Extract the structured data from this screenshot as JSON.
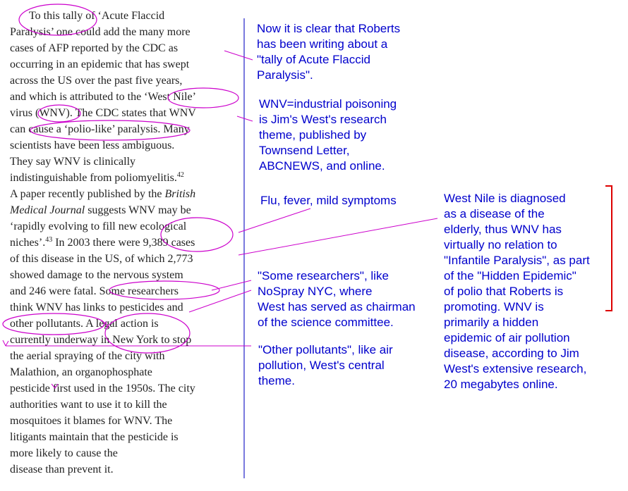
{
  "book_text": {
    "lines": [
      {
        "text": "To this tally of ‘Acute Flaccid"
      },
      {
        "text": "Paralysis’ one could add the many more"
      },
      {
        "text": "cases of AFP reported by the CDC as"
      },
      {
        "text": "occurring in an epidemic that has swept"
      },
      {
        "text": "across the US over the past five years,"
      },
      {
        "text": "and which is attributed to the ‘West Nile’"
      },
      {
        "text": "virus (WNV). The CDC states that WNV"
      },
      {
        "text": "can cause a ‘polio-like’ paralysis. Many"
      },
      {
        "text": "scientists have been less ambiguous."
      },
      {
        "text": "They say WNV is clinically"
      },
      {
        "text": "indistinguishable from poliomyelitis.",
        "footnote": "42"
      },
      {
        "text": "A paper recently published by the ",
        "italic": "British"
      },
      {
        "text": "",
        "italic": "Medical Journal",
        "rest": " suggests WNV may be"
      },
      {
        "text": "‘rapidly evolving to fill new ecological"
      },
      {
        "text": "niches’.",
        "footnote": "43",
        "rest": " In 2003 there were 9,389 cases"
      },
      {
        "text": "of this disease in the US, of which 2,773"
      },
      {
        "text": "showed damage to the nervous system"
      },
      {
        "text": "and 246 were fatal. Some researchers"
      },
      {
        "text": "think WNV has links to pesticides and"
      },
      {
        "text": "other pollutants. A legal action is"
      },
      {
        "text": "currently underway in New York to stop"
      },
      {
        "text": "the aerial spraying of the city with"
      },
      {
        "text": "Malathion, an organophosphate"
      },
      {
        "text": "pesticide first used in the 1950s. The city"
      },
      {
        "text": "authorities want to use it to kill the"
      },
      {
        "text": "mosquitoes it blames for WNV. The"
      },
      {
        "text": "litigants maintain that the pesticide is"
      },
      {
        "text": "more likely to cause the"
      },
      {
        "text": "disease than prevent it."
      }
    ]
  },
  "notes": [
    {
      "name": "note-tally",
      "lines": [
        "Now it is clear that Roberts",
        "has been writing about a",
        "\"tally of Acute Flaccid",
        "Paralysis\"."
      ]
    },
    {
      "name": "note-wnv-industrial",
      "lines": [
        "WNV=industrial poisoning",
        "is Jim's West's research",
        "theme, published by",
        "Townsend Letter,",
        "ABCNEWS, and online."
      ]
    },
    {
      "name": "note-flu",
      "lines": [
        "Flu, fever, mild symptoms"
      ]
    },
    {
      "name": "note-researchers",
      "lines": [
        "\"Some researchers\", like",
        "NoSpray NYC, where",
        "West has served as chairman",
        "of the science committee."
      ]
    },
    {
      "name": "note-pollutants",
      "lines": [
        "\"Other pollutants\", like air",
        "pollution, West's central",
        "theme."
      ]
    },
    {
      "name": "note-west-nile-elderly",
      "lines": [
        "West Nile is diagnosed",
        "as a disease of the",
        "elderly, thus WNV has",
        "virtually no relation to",
        "\"Infantile Paralysis\", as part",
        "of the \"Hidden Epidemic\"",
        "of polio that Roberts is",
        "promoting.  WNV is",
        "primarily a hidden",
        "epidemic of air pollution",
        "disease, according to Jim",
        "West's extensive research,",
        "20 megabytes online."
      ]
    }
  ],
  "colors": {
    "note_text": "#0000cc",
    "divider": "#3333cc",
    "circles": "#cc00cc",
    "bracket": "#dd0000",
    "book_text": "#222222"
  }
}
